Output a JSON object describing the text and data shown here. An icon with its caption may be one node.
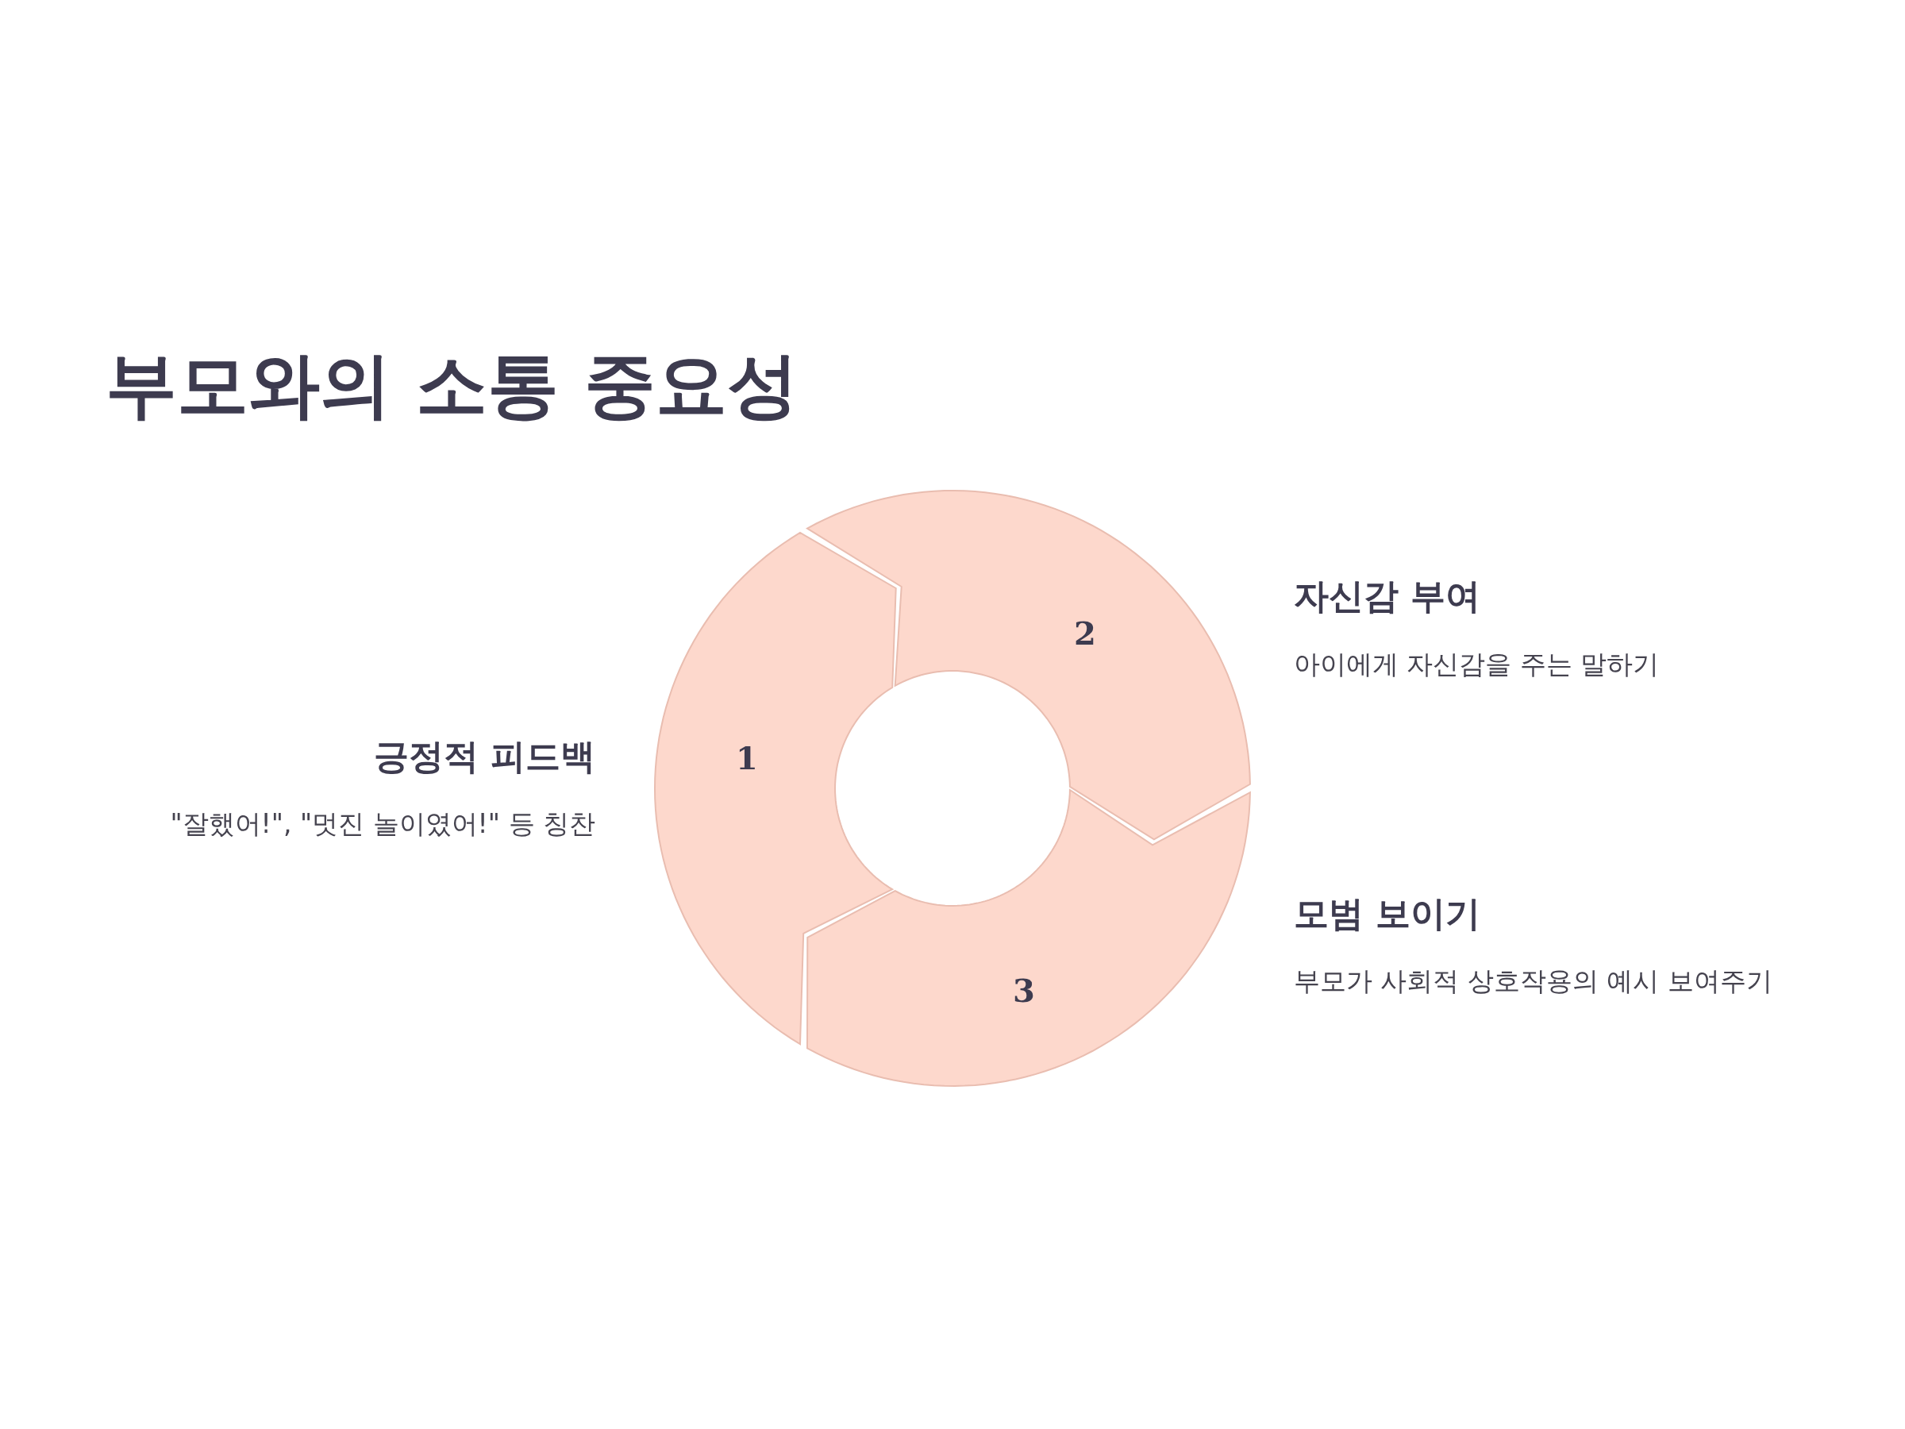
{
  "diagram": {
    "title": "부모와의 소통 중요성",
    "nodes": [
      {
        "text": [
          "1"
        ],
        "beside": [
          "긍정적 피드백",
          "\"잘했어!\", \"멋진 놀이였어!\" 등 칭찬"
        ]
      },
      {
        "text": [
          "2"
        ],
        "beside": [
          "자신감 부여",
          "아이에게 자신감을 주는 말하기"
        ]
      },
      {
        "text": [
          "3"
        ],
        "beside": [
          "모범 보이기",
          "부모가 사회적 상호작용의 예시 보여주기"
        ]
      }
    ]
  }
}
